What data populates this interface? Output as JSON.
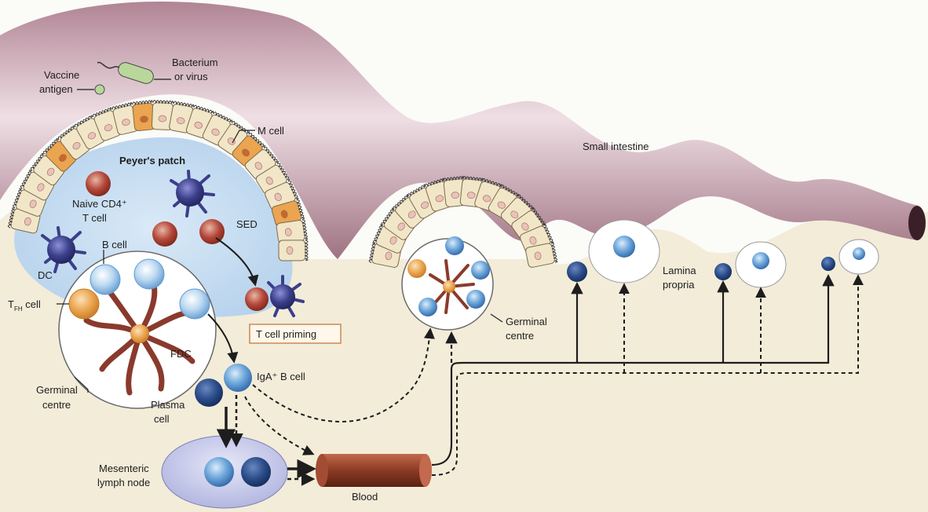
{
  "labels": {
    "vaccine_1": "Vaccine",
    "vaccine_2": "antigen",
    "bacterium_1": "Bacterium",
    "bacterium_2": "or virus",
    "m_cell": "M cell",
    "peyers_patch": "Peyer's patch",
    "naive_1": "Naive CD4⁺",
    "naive_2": "T cell",
    "sed": "SED",
    "dc": "DC",
    "b_cell": "B cell",
    "tfh_main": "T",
    "tfh_sub": "FH",
    "tfh_rest": " cell",
    "fdc": "FDC",
    "germinal_left_1": "Germinal",
    "germinal_left_2": "centre",
    "t_cell_priming": "T cell priming",
    "iga_b_cell": "IgA⁺ B cell",
    "plasma_1": "Plasma",
    "plasma_2": "cell",
    "mln_1": "Mesenteric",
    "mln_2": "lymph node",
    "blood": "Blood",
    "germinal_mid_1": "Germinal",
    "germinal_mid_2": "centre",
    "small_intestine": "Small intestine",
    "lamina_1": "Lamina",
    "lamina_2": "propria"
  },
  "colors": {
    "tissue": "#a87b8b",
    "tissue_light": "#f1e3e8",
    "lamina_bg": "#f3ecd9",
    "peyers_blue": "#c9dff1",
    "epithelial": "#f2e6c9",
    "m_cell": "#eba44f",
    "naive_t": "#b4483b",
    "dc": "#3b3f8a",
    "b_cell": "#bcd9f1",
    "tfh": "#eba44f",
    "fdc": "#8a3a2c",
    "plasma": "#2b4d8a",
    "iga_b": "#5f9ad0",
    "blood_vessel": "#8b3a24",
    "mln": "#cdd0ec",
    "box_border": "#c98a55"
  }
}
